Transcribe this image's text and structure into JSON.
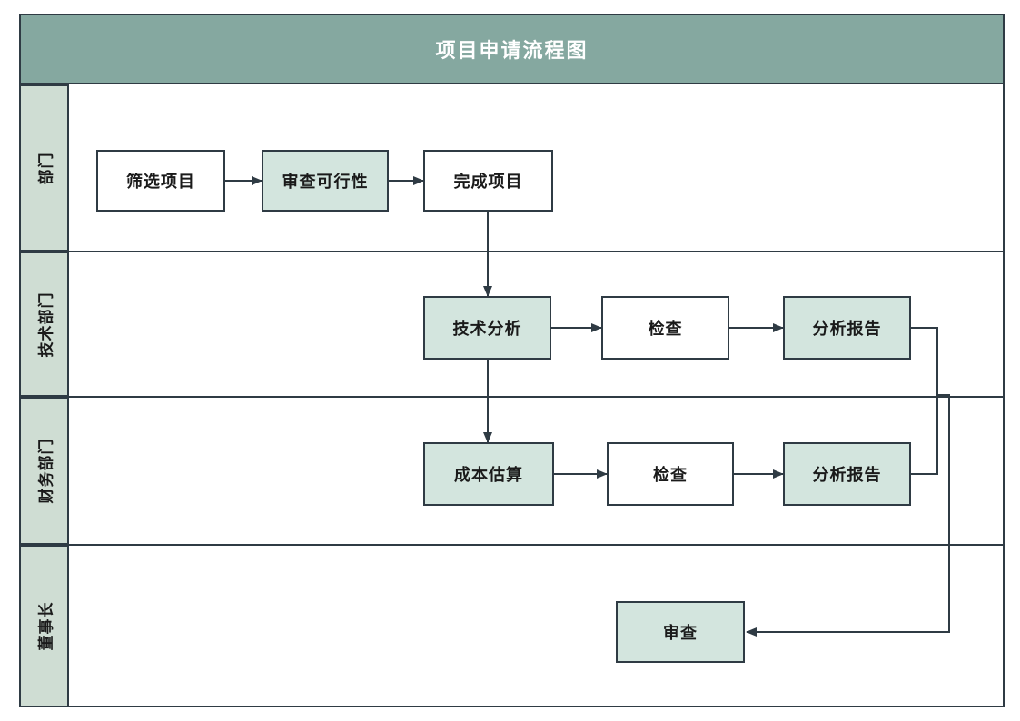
{
  "title": "项目申请流程图",
  "lanes": [
    {
      "label": "部门"
    },
    {
      "label": "技术部门"
    },
    {
      "label": "财务部门"
    },
    {
      "label": "董事长"
    }
  ],
  "nodes": {
    "screen_project": "筛选项目",
    "review_feasibility": "审查可行性",
    "complete_project": "完成项目",
    "technical_analysis": "技术分析",
    "tech_check": "检查",
    "tech_report": "分析报告",
    "cost_estimate": "成本估算",
    "finance_check": "检查",
    "finance_report": "分析报告",
    "final_review": "审查"
  },
  "colors": {
    "header_bg": "#85a8a0",
    "lane_label_bg": "#cfddd3",
    "node_green_bg": "#d3e5de",
    "node_white_bg": "#ffffff",
    "line_color": "#2f3b44",
    "title_color": "#ffffff",
    "text_color": "#1a1a1a"
  }
}
